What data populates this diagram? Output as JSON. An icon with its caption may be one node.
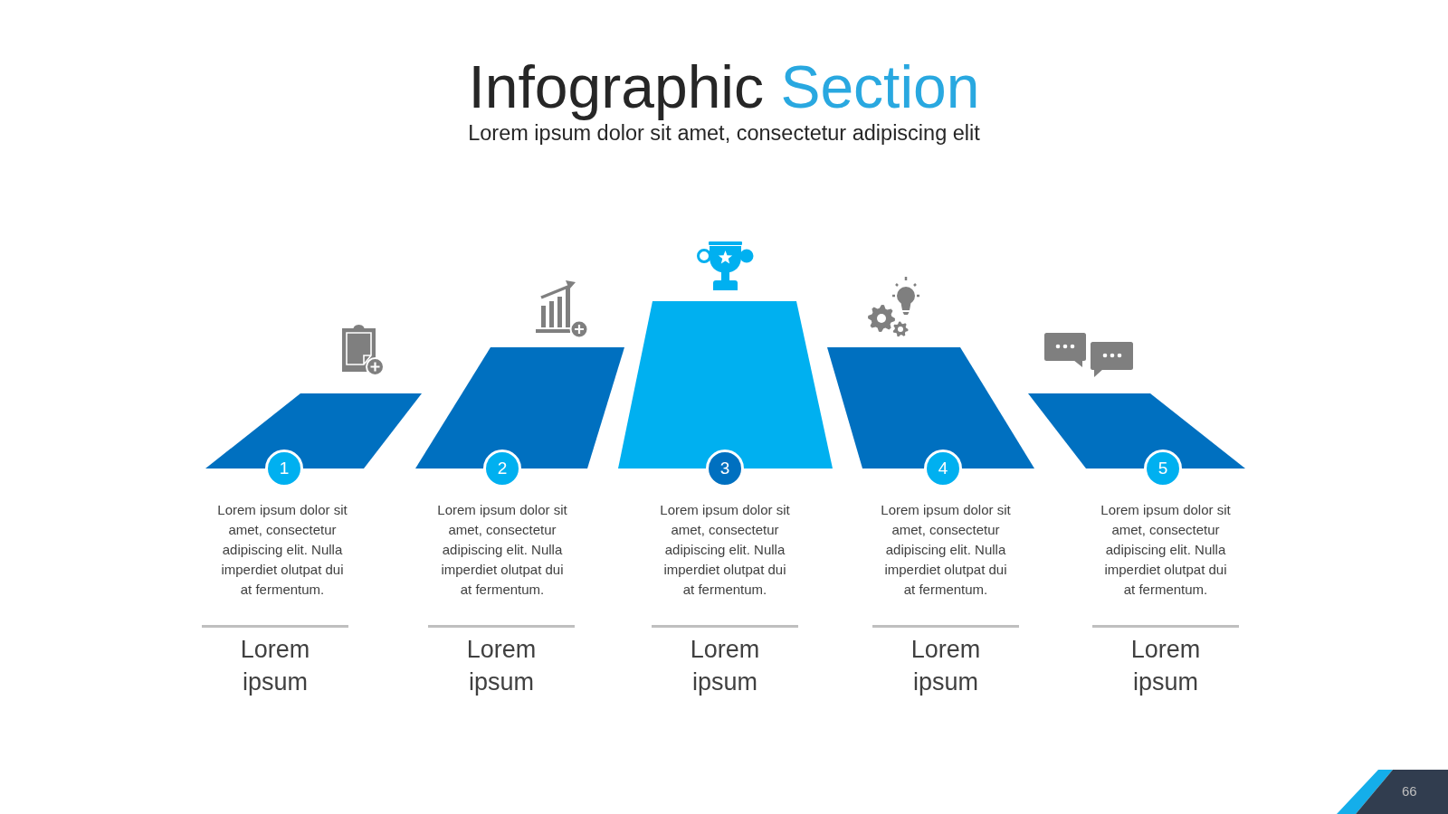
{
  "diagram": {
    "title": "Infographic Section",
    "nodes": [
      {
        "text": [],
        "shape": "trapezoid"
      },
      {
        "text": [
          "1"
        ],
        "beside": [
          "Lorem ipsum dolor sit amet, consectetur adipiscing elit. Nulla imperdiet olutpat dui at fermentum.",
          "Lorem ipsum"
        ]
      },
      {
        "text": [],
        "shape": "trapezoid"
      },
      {
        "text": [
          "2"
        ],
        "beside": [
          "Lorem ipsum dolor sit amet, consectetur adipiscing elit. Nulla imperdiet olutpat dui at fermentum.",
          "Lorem ipsum"
        ]
      },
      {
        "text": [],
        "shape": "trapezoid"
      },
      {
        "text": [
          "3"
        ],
        "beside": [
          "Lorem ipsum dolor sit amet, consectetur adipiscing elit. Nulla imperdiet olutpat dui at fermentum.",
          "Lorem ipsum"
        ]
      },
      {
        "text": [],
        "shape": "trapezoid"
      },
      {
        "text": [
          "4"
        ],
        "beside": [
          "Lorem ipsum dolor sit amet, consectetur adipiscing elit. Nulla imperdiet olutpat dui at fermentum.",
          "Lorem ipsum"
        ]
      },
      {
        "text": [],
        "shape": "trapezoid"
      },
      {
        "text": [
          "5"
        ],
        "beside": [
          "Lorem ipsum dolor sit amet, consectetur adipiscing elit. Nulla imperdiet olutpat dui at fermentum.",
          "Lorem ipsum"
        ]
      }
    ],
    "labels": [
      "Lorem ipsum dolor sit amet, consectetur adipiscing elit",
      "66"
    ]
  }
}
